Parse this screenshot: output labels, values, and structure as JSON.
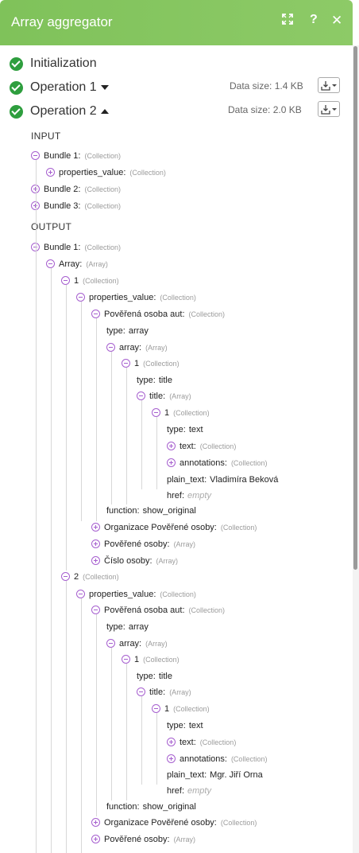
{
  "header": {
    "title": "Array aggregator",
    "help": "?",
    "close": "✕",
    "expand": "⛶"
  },
  "operations": {
    "init": "Initialization",
    "op1": {
      "label": "Operation 1",
      "data_size": "Data size: 1.4 KB"
    },
    "op2": {
      "label": "Operation 2",
      "data_size": "Data size: 2.0 KB"
    }
  },
  "input_label": "INPUT",
  "output_label": "OUTPUT",
  "input_tree": [
    {
      "key": "Bundle 1:",
      "type": "(Collection)",
      "toggle": "minus"
    },
    {
      "key": "properties_value:",
      "type": "(Collection)",
      "toggle": "plus"
    },
    {
      "key": "Bundle 2:",
      "type": "(Collection)",
      "toggle": "plus"
    },
    {
      "key": "Bundle 3:",
      "type": "(Collection)",
      "toggle": "plus"
    }
  ],
  "output_tree": [
    {
      "key": "Bundle 1:",
      "type": "(Collection)",
      "toggle": "minus"
    },
    {
      "key": "Array:",
      "type": "(Array)",
      "toggle": "minus"
    },
    {
      "key": "1",
      "type": "(Collection)",
      "toggle": "minus"
    },
    {
      "key": "properties_value:",
      "type": "(Collection)",
      "toggle": "minus"
    },
    {
      "key": "Pověřená osoba aut:",
      "type": "(Collection)",
      "toggle": "minus"
    },
    {
      "key": "type:",
      "value": "array"
    },
    {
      "key": "array:",
      "type": "(Array)",
      "toggle": "minus"
    },
    {
      "key": "1",
      "type": "(Collection)",
      "toggle": "minus"
    },
    {
      "key": "type:",
      "value": "title"
    },
    {
      "key": "title:",
      "type": "(Array)",
      "toggle": "minus"
    },
    {
      "key": "1",
      "type": "(Collection)",
      "toggle": "minus"
    },
    {
      "key": "type:",
      "value": "text"
    },
    {
      "key": "text:",
      "type": "(Collection)",
      "toggle": "plus"
    },
    {
      "key": "annotations:",
      "type": "(Collection)",
      "toggle": "plus"
    },
    {
      "key": "plain_text:",
      "value": "Vladimíra Beková"
    },
    {
      "key": "href:",
      "empty": "empty"
    },
    {
      "key": "function:",
      "value": "show_original"
    },
    {
      "key": "Organizace Pověřené osoby:",
      "type": "(Collection)",
      "toggle": "plus"
    },
    {
      "key": "Pověřené osoby:",
      "type": "(Array)",
      "toggle": "plus"
    },
    {
      "key": "Číslo osoby:",
      "type": "(Array)",
      "toggle": "plus"
    },
    {
      "key": "2",
      "type": "(Collection)",
      "toggle": "minus"
    },
    {
      "key": "properties_value:",
      "type": "(Collection)",
      "toggle": "minus"
    },
    {
      "key": "Pověřená osoba aut:",
      "type": "(Collection)",
      "toggle": "minus"
    },
    {
      "key": "type:",
      "value": "array"
    },
    {
      "key": "array:",
      "type": "(Array)",
      "toggle": "minus"
    },
    {
      "key": "1",
      "type": "(Collection)",
      "toggle": "minus"
    },
    {
      "key": "type:",
      "value": "title"
    },
    {
      "key": "title:",
      "type": "(Array)",
      "toggle": "minus"
    },
    {
      "key": "1",
      "type": "(Collection)",
      "toggle": "minus"
    },
    {
      "key": "type:",
      "value": "text"
    },
    {
      "key": "text:",
      "type": "(Collection)",
      "toggle": "plus"
    },
    {
      "key": "annotations:",
      "type": "(Collection)",
      "toggle": "plus"
    },
    {
      "key": "plain_text:",
      "value": "Mgr. Jiří Orna"
    },
    {
      "key": "href:",
      "empty": "empty"
    },
    {
      "key": "function:",
      "value": "show_original"
    },
    {
      "key": "Organizace Pověřené osoby:",
      "type": "(Collection)",
      "toggle": "plus"
    },
    {
      "key": "Pověřené osoby:",
      "type": "(Array)",
      "toggle": "plus"
    }
  ]
}
